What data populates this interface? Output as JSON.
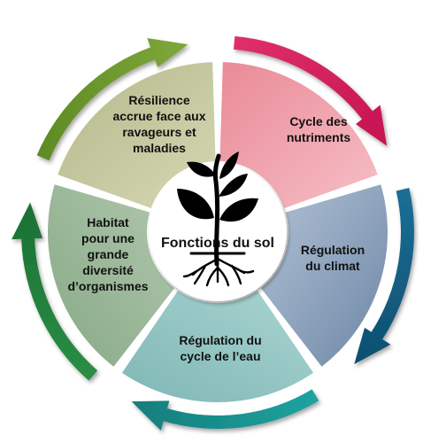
{
  "center": {
    "label": "Fonctions du sol",
    "icon": "plant-with-roots-icon"
  },
  "segments": [
    {
      "id": "nutrient-cycle",
      "lines": [
        "Cycle des",
        "nutriments"
      ],
      "fill": "#ee98a3",
      "arrow": "#d81e5b"
    },
    {
      "id": "climate-regulation",
      "lines": [
        "Régulation",
        "du climat"
      ],
      "fill": "#8da2bd",
      "arrow": "#13648a"
    },
    {
      "id": "water-cycle-regulation",
      "lines": [
        "Régulation du",
        "cycle de l’eau"
      ],
      "fill": "#93c6c3",
      "arrow": "#18918f"
    },
    {
      "id": "habitat-diversity",
      "lines": [
        "Habitat",
        "pour une",
        "grande",
        "diversité",
        "d’organismes"
      ],
      "fill": "#9cb79c",
      "arrow": "#1f7f3a"
    },
    {
      "id": "pest-resilience",
      "lines": [
        "Résilience",
        "accrue face aux",
        "ravageurs et",
        "maladies"
      ],
      "fill": "#c7c9a2",
      "arrow": "#68932a"
    }
  ]
}
